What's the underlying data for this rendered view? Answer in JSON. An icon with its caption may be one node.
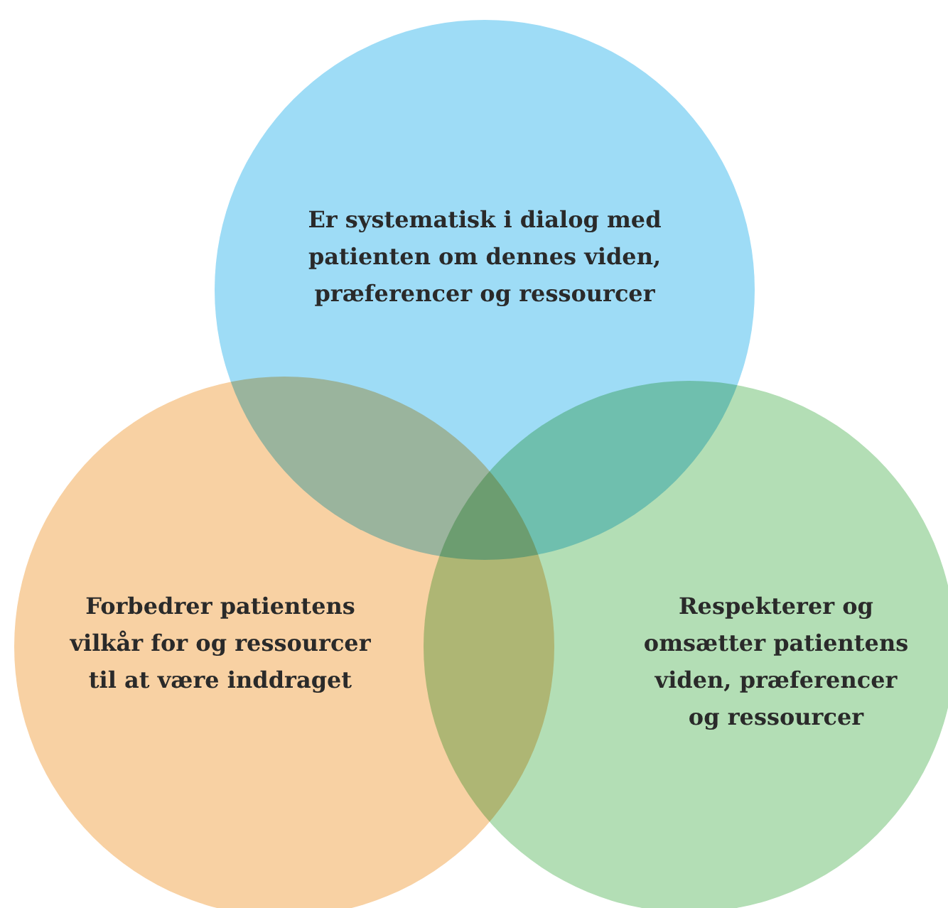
{
  "diagram": {
    "nodes": [
      {
        "text": [
          "Er systematisk i dialog med patienten om dennes viden, præferencer og ressourcer"
        ]
      },
      {
        "text": [
          "Forbedrer patientens vilkår for og ressourcer til at være inddraget"
        ]
      },
      {
        "text": [
          "Respekterer og omsætter patientens viden, præferencer og ressourcer"
        ]
      }
    ]
  }
}
